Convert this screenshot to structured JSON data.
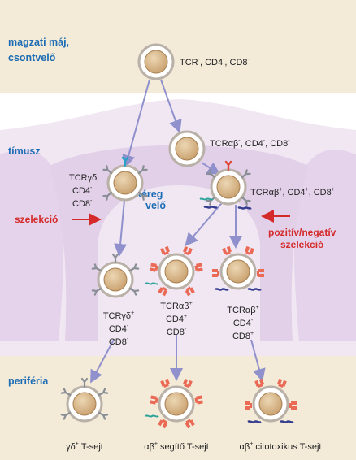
{
  "regions": {
    "fetal": "magzati máj,",
    "fetal2": "csontvelő",
    "thymus": "tímusz",
    "cortex": "kéreg",
    "medulla": "velő",
    "periphery": "periféria"
  },
  "labels": {
    "stem": [
      "TCR",
      "-",
      ", CD4",
      "-",
      ", CD8",
      "-"
    ],
    "tcrab_neg": [
      "TCRαβ",
      "-",
      ", CD4",
      "-",
      ", CD8",
      "-"
    ],
    "gd_precursor": [
      "TCRγδ",
      "CD4",
      "-",
      "CD8",
      "-"
    ],
    "double_pos": [
      "TCRαβ",
      "+",
      ", CD4",
      "+",
      ", CD8",
      "+"
    ],
    "gd_mature": [
      "TCRγδ",
      "+",
      "CD4",
      "-",
      "CD8",
      "-"
    ],
    "cd4_mature": [
      "TCRαβ",
      "+",
      "CD4",
      "+",
      "CD8",
      "-"
    ],
    "cd8_mature": [
      "TCRαβ",
      "+",
      "CD4",
      "-",
      "CD8",
      "+"
    ]
  },
  "selection": {
    "left": "szelekció",
    "right1": "pozitív/negatív",
    "right2": "szelekció"
  },
  "peripheral": {
    "gd": [
      "γδ",
      "+",
      " T-sejt"
    ],
    "helper": [
      "αβ",
      "+",
      " segítő T-sejt"
    ],
    "cytotoxic": [
      "αβ",
      "+",
      " citotoxikus T-sejt"
    ]
  },
  "colors": {
    "band": "#f3ead8",
    "thymus_light": "#f1e7f3",
    "thymus_mid": "#e4d3ea",
    "cortex": "#cfb6da",
    "arrow": "#8f90cc",
    "cell_ring": "#b9b1a7",
    "nucleus": "#c9a77e",
    "receptor_red": "#ea6a55",
    "receptor_gray": "#8a8f96"
  }
}
